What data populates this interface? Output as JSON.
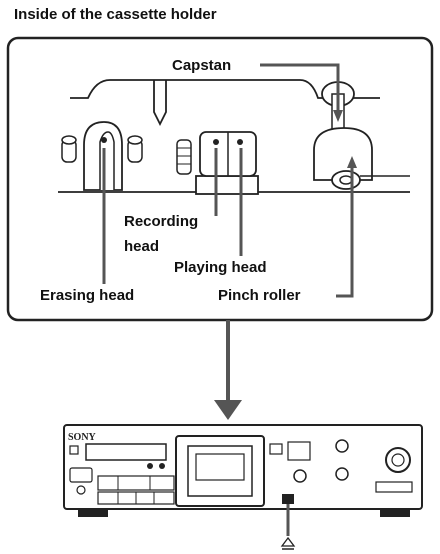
{
  "title": "Inside of the cassette holder",
  "labels": {
    "capstan": "Capstan",
    "recording_head_line1": "Recording",
    "recording_head_line2": "head",
    "playing_head": "Playing head",
    "erasing_head": "Erasing head",
    "pinch_roller": "Pinch roller"
  },
  "deck": {
    "brand": "SONY"
  }
}
